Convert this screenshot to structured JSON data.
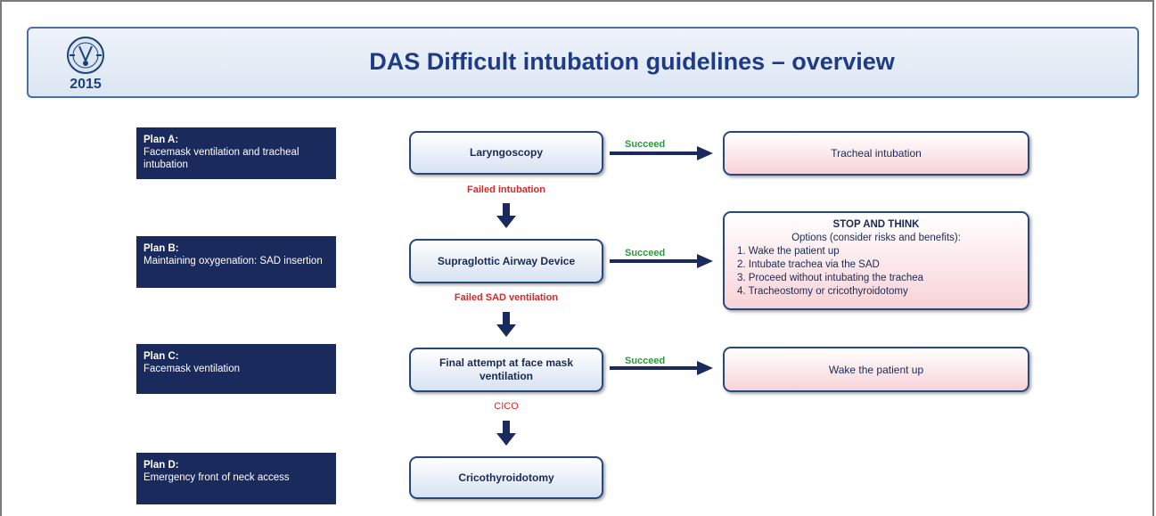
{
  "header": {
    "year": "2015",
    "title": "DAS Difficult intubation guidelines – overview"
  },
  "plans": [
    {
      "name": "Plan A:",
      "desc": "Facemask ventilation and tracheal intubation"
    },
    {
      "name": "Plan B:",
      "desc": "Maintaining oxygenation: SAD insertion"
    },
    {
      "name": "Plan C:",
      "desc": "Facemask ventilation"
    },
    {
      "name": "Plan D:",
      "desc": "Emergency front of neck access"
    }
  ],
  "steps": {
    "a": "Laryngoscopy",
    "b": "Supraglottic Airway Device",
    "c": "Final attempt at face mask ventilation",
    "d": "Cricothyroidotomy"
  },
  "failures": {
    "a": "Failed intubation",
    "b": "Failed SAD ventilation",
    "c": "CICO"
  },
  "succeed_label": "Succeed",
  "outcomes": {
    "a": "Tracheal intubation",
    "c": "Wake the patient up"
  },
  "stop_and_think": {
    "title": "STOP AND THINK",
    "subtitle": "Options (consider risks and benefits):",
    "options": [
      "1. Wake the patient up",
      "2. Intubate trachea via the SAD",
      "3. Proceed without intubating the trachea",
      "4. Tracheostomy or cricothyroidotomy"
    ]
  },
  "colors": {
    "navy": "#1b2a5c",
    "title_blue": "#1f3a86",
    "fail_red": "#d62a2a",
    "succeed_green": "#2a9a3a",
    "outcome_pink": "#f8d3d8"
  }
}
